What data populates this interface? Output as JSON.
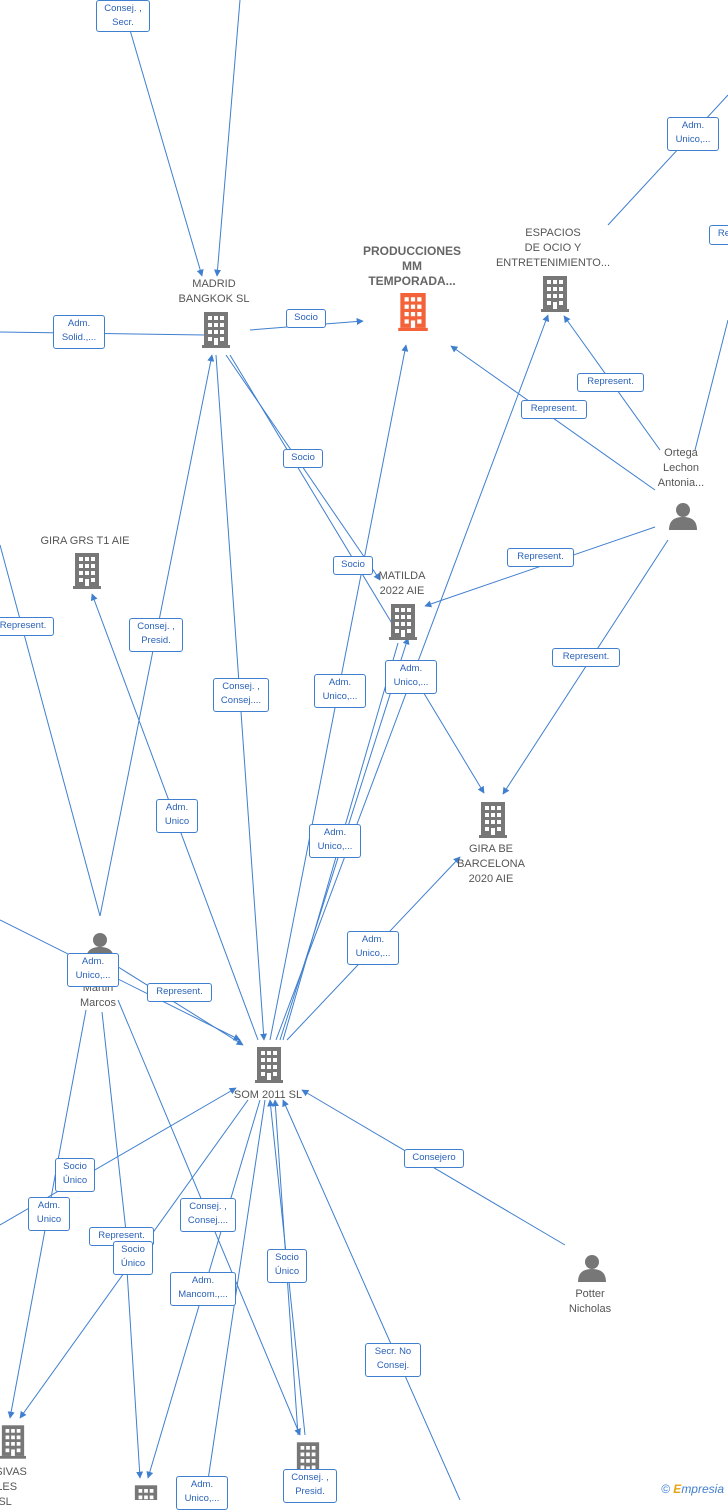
{
  "colors": {
    "edge": "#3f7fcf",
    "company": "#777777",
    "highlight": "#f4623a",
    "person": "#777777",
    "label_text": "#555555"
  },
  "nodes": {
    "madrid_bangkok": "MADRID\nBANGKOK  SL",
    "producciones": "PRODUCCIONES\nMM\nTEMPORADA...",
    "espacios": "ESPACIOS\nDE OCIO Y\nENTRETENIMIENTO...",
    "ortega": "Ortega\nLechon\nAntonia...",
    "gira_grs": "GIRA GRS T1 AIE",
    "matilda": "MATILDA\n2022 AIE",
    "gira_be": "GIRA BE\nBARCELONA\n2020  AIE",
    "martin": "Martin\nMarcos",
    "som": "SOM 2011 SL",
    "potter": "Potter\nNicholas",
    "ersivas": "ERSIVAS\nITALES\nRS SL"
  },
  "edge_labels": {
    "e1": "Consej. ,\nSecr.",
    "e2": "Adm.\nUnico,...",
    "e3": "Re",
    "e4": "Adm.\nSolid.,...",
    "e5": "Socio",
    "e6": "Represent.",
    "e7": "Represent.",
    "e8": "Socio",
    "e9": "Socio",
    "e10": "Represent.",
    "e11": "Represent.",
    "e12": "Consej. ,\nPresid.",
    "e13": "Adm.\nUnico,...",
    "e14": "Adm.\nUnico,...",
    "e15": "Represent.",
    "e16": "Consej. ,\nConsej....",
    "e17": "Adm.\nUnico",
    "e18": "Adm.\nUnico,...",
    "e19": "Adm.\nUnico,...",
    "e20": "Adm.\nUnico,...",
    "e21": "Represent.",
    "e22": "Consejero",
    "e23": "Socio\nÚnico",
    "e24": "Adm.\nUnico",
    "e25": "Consej. ,\nConsej....",
    "e26": "Represent.",
    "e27": "Socio\nÚnico",
    "e28": "Socio\nÚnico",
    "e29": "Adm.\nMancom.,...",
    "e30": "Secr.  No\nConsej.",
    "e31": "Consej. ,\nPresid.",
    "e32": "Adm.\nUnico,..."
  },
  "watermark": {
    "copyright": "©",
    "brand_initial": "E",
    "brand_rest": "mpresia"
  }
}
